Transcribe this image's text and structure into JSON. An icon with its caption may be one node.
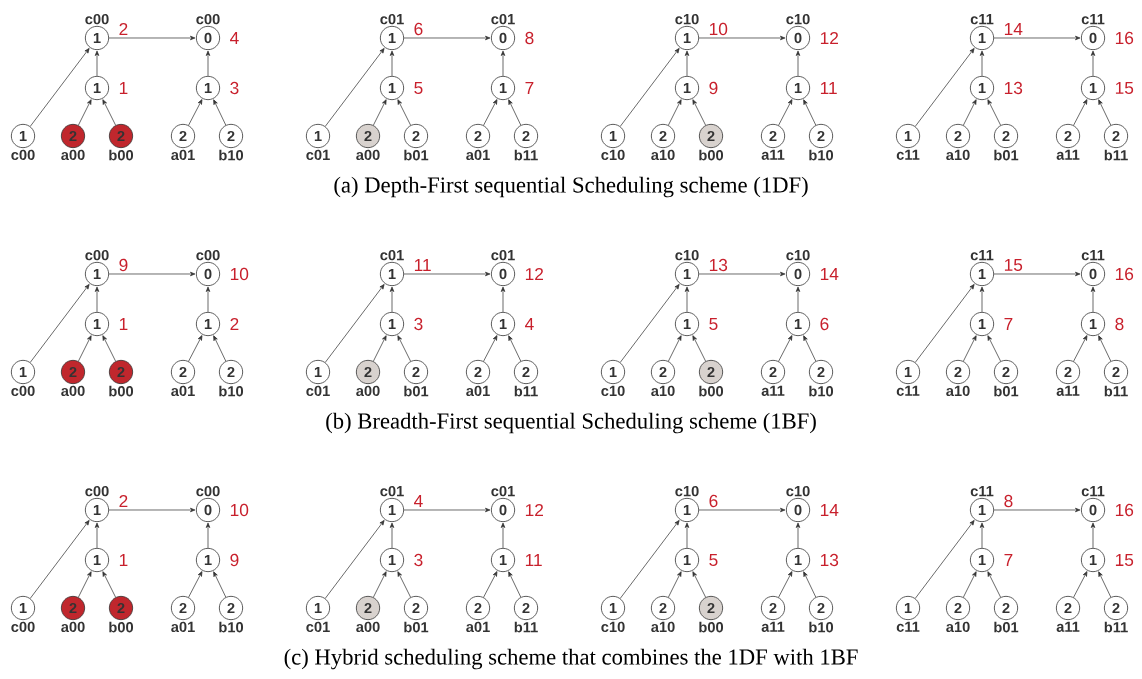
{
  "diagram": {
    "nodes": [
      {
        "text": [
          "c00",
          "1"
        ],
        "beside": [
          "2"
        ]
      },
      {
        "text": [
          "c00",
          "0"
        ],
        "beside": [
          "4"
        ]
      },
      {
        "text": [
          "1"
        ],
        "beside": [
          "1"
        ]
      },
      {
        "text": [
          "1"
        ],
        "beside": [
          "3"
        ]
      },
      {
        "text": [
          "1",
          "c00"
        ]
      },
      {
        "text": [
          "2",
          "a00"
        ]
      },
      {
        "text": [
          "2",
          "b00"
        ]
      },
      {
        "text": [
          "2",
          "a01"
        ]
      },
      {
        "text": [
          "2",
          "b10"
        ]
      },
      {
        "text": [
          "c01",
          "1"
        ],
        "beside": [
          "6"
        ]
      },
      {
        "text": [
          "c01",
          "0"
        ],
        "beside": [
          "8"
        ]
      },
      {
        "text": [
          "1"
        ],
        "beside": [
          "5"
        ]
      },
      {
        "text": [
          "1"
        ],
        "beside": [
          "7"
        ]
      },
      {
        "text": [
          "1",
          "c01"
        ]
      },
      {
        "text": [
          "2",
          "a00"
        ]
      },
      {
        "text": [
          "2",
          "b01"
        ]
      },
      {
        "text": [
          "2",
          "a01"
        ]
      },
      {
        "text": [
          "2",
          "b11"
        ]
      },
      {
        "text": [
          "c10",
          "1"
        ],
        "beside": [
          "10"
        ]
      },
      {
        "text": [
          "c10",
          "0"
        ],
        "beside": [
          "12"
        ]
      },
      {
        "text": [
          "1"
        ],
        "beside": [
          "9"
        ]
      },
      {
        "text": [
          "1"
        ],
        "beside": [
          "11"
        ]
      },
      {
        "text": [
          "1",
          "c10"
        ]
      },
      {
        "text": [
          "2",
          "a10"
        ]
      },
      {
        "text": [
          "2",
          "b00"
        ]
      },
      {
        "text": [
          "2",
          "a11"
        ]
      },
      {
        "text": [
          "2",
          "b10"
        ]
      },
      {
        "text": [
          "c11",
          "1"
        ],
        "beside": [
          "14"
        ]
      },
      {
        "text": [
          "c11",
          "0"
        ],
        "beside": [
          "16"
        ]
      },
      {
        "text": [
          "1"
        ],
        "beside": [
          "13"
        ]
      },
      {
        "text": [
          "1"
        ],
        "beside": [
          "15"
        ]
      },
      {
        "text": [
          "1",
          "c11"
        ]
      },
      {
        "text": [
          "2",
          "a10"
        ]
      },
      {
        "text": [
          "2",
          "b01"
        ]
      },
      {
        "text": [
          "2",
          "a11"
        ]
      },
      {
        "text": [
          "2",
          "b11"
        ]
      },
      {
        "text": [
          "c00",
          "1"
        ],
        "beside": [
          "9"
        ]
      },
      {
        "text": [
          "c00",
          "0"
        ],
        "beside": [
          "10"
        ]
      },
      {
        "text": [
          "1"
        ],
        "beside": [
          "1"
        ]
      },
      {
        "text": [
          "1"
        ],
        "beside": [
          "2"
        ]
      },
      {
        "text": [
          "1",
          "c00"
        ]
      },
      {
        "text": [
          "2",
          "a00"
        ]
      },
      {
        "text": [
          "2",
          "b00"
        ]
      },
      {
        "text": [
          "2",
          "a01"
        ]
      },
      {
        "text": [
          "2",
          "b10"
        ]
      },
      {
        "text": [
          "c01",
          "1"
        ],
        "beside": [
          "11"
        ]
      },
      {
        "text": [
          "c01",
          "0"
        ],
        "beside": [
          "12"
        ]
      },
      {
        "text": [
          "1"
        ],
        "beside": [
          "3"
        ]
      },
      {
        "text": [
          "1"
        ],
        "beside": [
          "4"
        ]
      },
      {
        "text": [
          "1",
          "c01"
        ]
      },
      {
        "text": [
          "2",
          "a00"
        ]
      },
      {
        "text": [
          "2",
          "b01"
        ]
      },
      {
        "text": [
          "2",
          "a01"
        ]
      },
      {
        "text": [
          "2",
          "b11"
        ]
      },
      {
        "text": [
          "c10",
          "1"
        ],
        "beside": [
          "13"
        ]
      },
      {
        "text": [
          "c10",
          "0"
        ],
        "beside": [
          "14"
        ]
      },
      {
        "text": [
          "1"
        ],
        "beside": [
          "5"
        ]
      },
      {
        "text": [
          "1"
        ],
        "beside": [
          "6"
        ]
      },
      {
        "text": [
          "1",
          "c10"
        ]
      },
      {
        "text": [
          "2",
          "a10"
        ]
      },
      {
        "text": [
          "2",
          "b00"
        ]
      },
      {
        "text": [
          "2",
          "a11"
        ]
      },
      {
        "text": [
          "2",
          "b10"
        ]
      },
      {
        "text": [
          "c11",
          "1"
        ],
        "beside": [
          "15"
        ]
      },
      {
        "text": [
          "c11",
          "0"
        ],
        "beside": [
          "16"
        ]
      },
      {
        "text": [
          "1"
        ],
        "beside": [
          "7"
        ]
      },
      {
        "text": [
          "1"
        ],
        "beside": [
          "8"
        ]
      },
      {
        "text": [
          "1",
          "c11"
        ]
      },
      {
        "text": [
          "2",
          "a10"
        ]
      },
      {
        "text": [
          "2",
          "b01"
        ]
      },
      {
        "text": [
          "2",
          "a11"
        ]
      },
      {
        "text": [
          "2",
          "b11"
        ]
      },
      {
        "text": [
          "c00",
          "1"
        ],
        "beside": [
          "2"
        ]
      },
      {
        "text": [
          "c00",
          "0"
        ],
        "beside": [
          "10"
        ]
      },
      {
        "text": [
          "1"
        ],
        "beside": [
          "1"
        ]
      },
      {
        "text": [
          "1"
        ],
        "beside": [
          "9"
        ]
      },
      {
        "text": [
          "1",
          "c00"
        ]
      },
      {
        "text": [
          "2",
          "a00"
        ]
      },
      {
        "text": [
          "2",
          "b00"
        ]
      },
      {
        "text": [
          "2",
          "a01"
        ]
      },
      {
        "text": [
          "2",
          "b10"
        ]
      },
      {
        "text": [
          "c01",
          "1"
        ],
        "beside": [
          "4"
        ]
      },
      {
        "text": [
          "c01",
          "0"
        ],
        "beside": [
          "12"
        ]
      },
      {
        "text": [
          "1"
        ],
        "beside": [
          "3"
        ]
      },
      {
        "text": [
          "1"
        ],
        "beside": [
          "11"
        ]
      },
      {
        "text": [
          "1",
          "c01"
        ]
      },
      {
        "text": [
          "2",
          "a00"
        ]
      },
      {
        "text": [
          "2",
          "b01"
        ]
      },
      {
        "text": [
          "2",
          "a01"
        ]
      },
      {
        "text": [
          "2",
          "b11"
        ]
      },
      {
        "text": [
          "c10",
          "1"
        ],
        "beside": [
          "6"
        ]
      },
      {
        "text": [
          "c10",
          "0"
        ],
        "beside": [
          "14"
        ]
      },
      {
        "text": [
          "1"
        ],
        "beside": [
          "5"
        ]
      },
      {
        "text": [
          "1"
        ],
        "beside": [
          "13"
        ]
      },
      {
        "text": [
          "1",
          "c10"
        ]
      },
      {
        "text": [
          "2",
          "a10"
        ]
      },
      {
        "text": [
          "2",
          "b00"
        ]
      },
      {
        "text": [
          "2",
          "a11"
        ]
      },
      {
        "text": [
          "2",
          "b10"
        ]
      },
      {
        "text": [
          "c11",
          "1"
        ],
        "beside": [
          "8"
        ]
      },
      {
        "text": [
          "c11",
          "0"
        ],
        "beside": [
          "16"
        ]
      },
      {
        "text": [
          "1"
        ],
        "beside": [
          "7"
        ]
      },
      {
        "text": [
          "1"
        ],
        "beside": [
          "15"
        ]
      },
      {
        "text": [
          "1",
          "c11"
        ]
      },
      {
        "text": [
          "2",
          "a10"
        ]
      },
      {
        "text": [
          "2",
          "b01"
        ]
      },
      {
        "text": [
          "2",
          "a11"
        ]
      },
      {
        "text": [
          "2",
          "b11"
        ]
      }
    ],
    "edges": [
      {
        "from": 4,
        "to": 0,
        "arrow": "to"
      },
      {
        "from": 2,
        "to": 0,
        "arrow": "to"
      },
      {
        "from": 5,
        "to": 2,
        "arrow": "to"
      },
      {
        "from": 6,
        "to": 2,
        "arrow": "to"
      },
      {
        "from": 3,
        "to": 1,
        "arrow": "to"
      },
      {
        "from": 7,
        "to": 3,
        "arrow": "to"
      },
      {
        "from": 8,
        "to": 3,
        "arrow": "to"
      },
      {
        "from": 0,
        "to": 1,
        "arrow": "to"
      },
      {
        "from": 13,
        "to": 9,
        "arrow": "to"
      },
      {
        "from": 11,
        "to": 9,
        "arrow": "to"
      },
      {
        "from": 14,
        "to": 11,
        "arrow": "to"
      },
      {
        "from": 15,
        "to": 11,
        "arrow": "to"
      },
      {
        "from": 12,
        "to": 10,
        "arrow": "to"
      },
      {
        "from": 16,
        "to": 12,
        "arrow": "to"
      },
      {
        "from": 17,
        "to": 12,
        "arrow": "to"
      },
      {
        "from": 9,
        "to": 10,
        "arrow": "to"
      },
      {
        "from": 22,
        "to": 18,
        "arrow": "to"
      },
      {
        "from": 20,
        "to": 18,
        "arrow": "to"
      },
      {
        "from": 23,
        "to": 20,
        "arrow": "to"
      },
      {
        "from": 24,
        "to": 20,
        "arrow": "to"
      },
      {
        "from": 21,
        "to": 19,
        "arrow": "to"
      },
      {
        "from": 25,
        "to": 21,
        "arrow": "to"
      },
      {
        "from": 26,
        "to": 21,
        "arrow": "to"
      },
      {
        "from": 18,
        "to": 19,
        "arrow": "to"
      },
      {
        "from": 31,
        "to": 27,
        "arrow": "to"
      },
      {
        "from": 29,
        "to": 27,
        "arrow": "to"
      },
      {
        "from": 32,
        "to": 29,
        "arrow": "to"
      },
      {
        "from": 33,
        "to": 29,
        "arrow": "to"
      },
      {
        "from": 30,
        "to": 28,
        "arrow": "to"
      },
      {
        "from": 34,
        "to": 30,
        "arrow": "to"
      },
      {
        "from": 35,
        "to": 30,
        "arrow": "to"
      },
      {
        "from": 27,
        "to": 28,
        "arrow": "to"
      },
      {
        "from": 40,
        "to": 36,
        "arrow": "to"
      },
      {
        "from": 38,
        "to": 36,
        "arrow": "to"
      },
      {
        "from": 41,
        "to": 38,
        "arrow": "to"
      },
      {
        "from": 42,
        "to": 38,
        "arrow": "to"
      },
      {
        "from": 39,
        "to": 37,
        "arrow": "to"
      },
      {
        "from": 43,
        "to": 39,
        "arrow": "to"
      },
      {
        "from": 44,
        "to": 39,
        "arrow": "to"
      },
      {
        "from": 36,
        "to": 37,
        "arrow": "to"
      },
      {
        "from": 49,
        "to": 45,
        "arrow": "to"
      },
      {
        "from": 47,
        "to": 45,
        "arrow": "to"
      },
      {
        "from": 50,
        "to": 47,
        "arrow": "to"
      },
      {
        "from": 51,
        "to": 47,
        "arrow": "to"
      },
      {
        "from": 48,
        "to": 46,
        "arrow": "to"
      },
      {
        "from": 52,
        "to": 48,
        "arrow": "to"
      },
      {
        "from": 53,
        "to": 48,
        "arrow": "to"
      },
      {
        "from": 45,
        "to": 46,
        "arrow": "to"
      },
      {
        "from": 58,
        "to": 54,
        "arrow": "to"
      },
      {
        "from": 56,
        "to": 54,
        "arrow": "to"
      },
      {
        "from": 59,
        "to": 56,
        "arrow": "to"
      },
      {
        "from": 60,
        "to": 56,
        "arrow": "to"
      },
      {
        "from": 57,
        "to": 55,
        "arrow": "to"
      },
      {
        "from": 61,
        "to": 57,
        "arrow": "to"
      },
      {
        "from": 62,
        "to": 57,
        "arrow": "to"
      },
      {
        "from": 54,
        "to": 55,
        "arrow": "to"
      },
      {
        "from": 67,
        "to": 63,
        "arrow": "to"
      },
      {
        "from": 65,
        "to": 63,
        "arrow": "to"
      },
      {
        "from": 68,
        "to": 65,
        "arrow": "to"
      },
      {
        "from": 69,
        "to": 65,
        "arrow": "to"
      },
      {
        "from": 66,
        "to": 64,
        "arrow": "to"
      },
      {
        "from": 70,
        "to": 66,
        "arrow": "to"
      },
      {
        "from": 71,
        "to": 66,
        "arrow": "to"
      },
      {
        "from": 63,
        "to": 64,
        "arrow": "to"
      },
      {
        "from": 76,
        "to": 72,
        "arrow": "to"
      },
      {
        "from": 74,
        "to": 72,
        "arrow": "to"
      },
      {
        "from": 77,
        "to": 74,
        "arrow": "to"
      },
      {
        "from": 78,
        "to": 74,
        "arrow": "to"
      },
      {
        "from": 75,
        "to": 73,
        "arrow": "to"
      },
      {
        "from": 79,
        "to": 75,
        "arrow": "to"
      },
      {
        "from": 80,
        "to": 75,
        "arrow": "to"
      },
      {
        "from": 72,
        "to": 73,
        "arrow": "to"
      },
      {
        "from": 85,
        "to": 81,
        "arrow": "to"
      },
      {
        "from": 83,
        "to": 81,
        "arrow": "to"
      },
      {
        "from": 86,
        "to": 83,
        "arrow": "to"
      },
      {
        "from": 87,
        "to": 83,
        "arrow": "to"
      },
      {
        "from": 84,
        "to": 82,
        "arrow": "to"
      },
      {
        "from": 88,
        "to": 84,
        "arrow": "to"
      },
      {
        "from": 89,
        "to": 84,
        "arrow": "to"
      },
      {
        "from": 81,
        "to": 82,
        "arrow": "to"
      },
      {
        "from": 94,
        "to": 90,
        "arrow": "to"
      },
      {
        "from": 92,
        "to": 90,
        "arrow": "to"
      },
      {
        "from": 95,
        "to": 92,
        "arrow": "to"
      },
      {
        "from": 96,
        "to": 92,
        "arrow": "to"
      },
      {
        "from": 93,
        "to": 91,
        "arrow": "to"
      },
      {
        "from": 97,
        "to": 93,
        "arrow": "to"
      },
      {
        "from": 98,
        "to": 93,
        "arrow": "to"
      },
      {
        "from": 90,
        "to": 91,
        "arrow": "to"
      },
      {
        "from": 103,
        "to": 99,
        "arrow": "to"
      },
      {
        "from": 101,
        "to": 99,
        "arrow": "to"
      },
      {
        "from": 104,
        "to": 101,
        "arrow": "to"
      },
      {
        "from": 105,
        "to": 101,
        "arrow": "to"
      },
      {
        "from": 102,
        "to": 100,
        "arrow": "to"
      },
      {
        "from": 106,
        "to": 102,
        "arrow": "to"
      },
      {
        "from": 107,
        "to": 102,
        "arrow": "to"
      },
      {
        "from": 99,
        "to": 100,
        "arrow": "to"
      }
    ],
    "labels": [
      "(a) Depth-First sequential Scheduling scheme (1DF)",
      "(b) Breadth-First sequential Scheduling scheme (1BF)",
      "(c) Hybrid scheduling scheme that combines the 1DF with 1BF"
    ]
  }
}
